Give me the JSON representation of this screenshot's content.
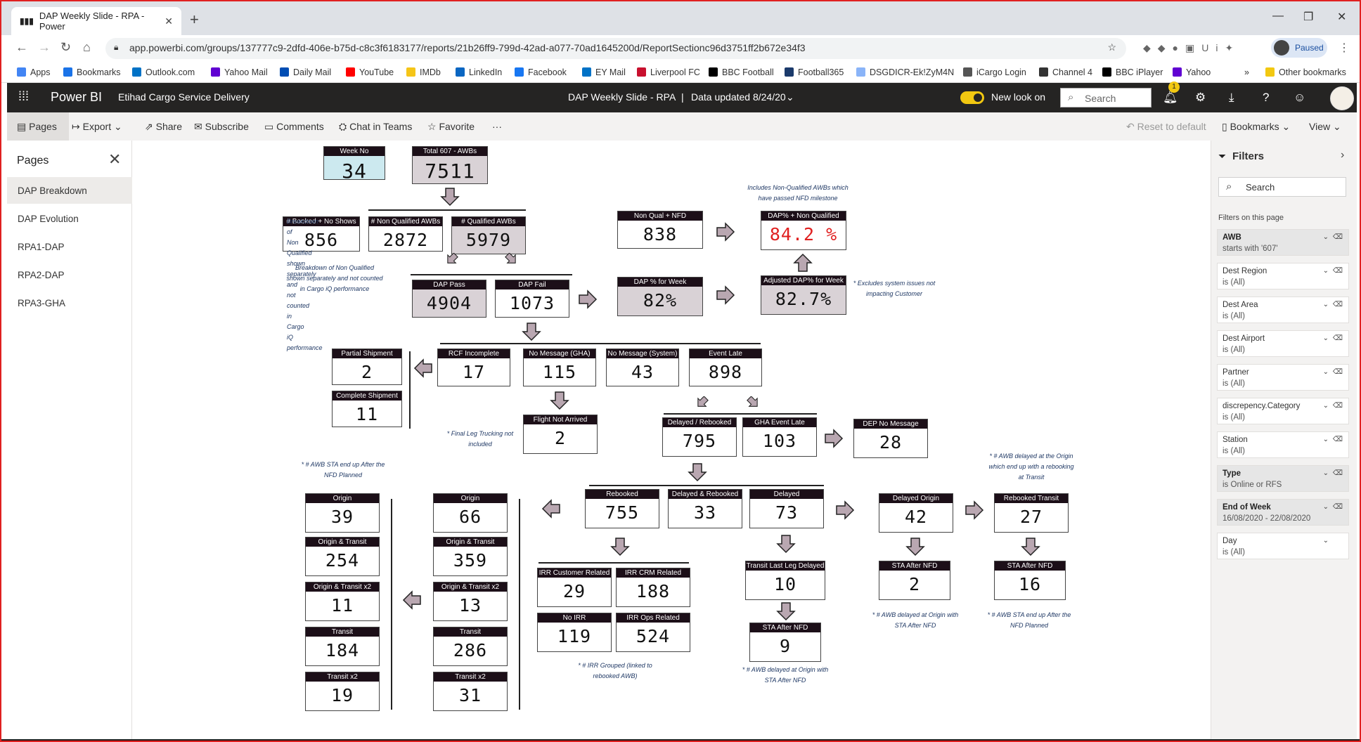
{
  "browser": {
    "tab_title": "DAP Weekly Slide - RPA - Power",
    "url": "app.powerbi.com/groups/137777c9-2dfd-406e-b75d-c8c3f6183177/reports/21b26ff9-799d-42ad-a077-70ad1645200d/ReportSectionc96d3751ff2b672e34f3",
    "profile": "Paused",
    "bookmarks": [
      "Apps",
      "Bookmarks",
      "Outlook.com",
      "Yahoo Mail",
      "Daily Mail",
      "YouTube",
      "IMDb",
      "LinkedIn",
      "Facebook",
      "EY Mail",
      "Liverpool FC",
      "BBC Football",
      "Football365",
      "DSGDICR-Ek!ZyM4N",
      "iCargo Login",
      "Channel 4",
      "BBC iPlayer",
      "Yahoo",
      "Other bookmarks"
    ]
  },
  "pbi_header": {
    "app": "Power BI",
    "workspace": "Etihad Cargo Service Delivery",
    "report": "DAP Weekly Slide - RPA",
    "updated": "Data updated 8/24/20",
    "new_look": "New look on",
    "search": "Search",
    "notif_count": "1"
  },
  "actions": {
    "pages": "Pages",
    "export": "Export",
    "share": "Share",
    "subscribe": "Subscribe",
    "comments": "Comments",
    "chat": "Chat in Teams",
    "favorite": "Favorite",
    "more": "···",
    "reset": "Reset to default",
    "bookmarks": "Bookmarks",
    "view": "View"
  },
  "pages_pane": {
    "title": "Pages",
    "items": [
      "DAP Breakdown",
      "DAP Evolution",
      "RPA1-DAP",
      "RPA2-DAP",
      "RPA3-GHA"
    ]
  },
  "cards": {
    "week_no": {
      "label": "Week No",
      "value": "34"
    },
    "total": {
      "label": "Total 607 - AWBs",
      "value": "7511"
    },
    "booked": {
      "label": "# Booked + No Shows",
      "value": "856"
    },
    "non_qual": {
      "label": "# Non Qualified AWBs",
      "value": "2872"
    },
    "qual": {
      "label": "# Qualified AWBs",
      "value": "5979"
    },
    "dap_pass": {
      "label": "DAP Pass",
      "value": "4904"
    },
    "dap_fail": {
      "label": "DAP Fail",
      "value": "1073"
    },
    "nq_nfd": {
      "label": "Non Qual + NFD",
      "value": "838"
    },
    "dap_nq": {
      "label": "DAP% + Non Qualified",
      "value": "84.2 %"
    },
    "dap_week": {
      "label": "DAP % for Week",
      "value": "82%"
    },
    "adj_dap": {
      "label": "Adjusted DAP% for Week",
      "value": "82.7%"
    },
    "partial": {
      "label": "Partial Shipment",
      "value": "2"
    },
    "complete": {
      "label": "Complete Shipment",
      "value": "11"
    },
    "rcf": {
      "label": "RCF Incomplete",
      "value": "17"
    },
    "no_msg_gha": {
      "label": "No Message (GHA)",
      "value": "115"
    },
    "no_msg_sys": {
      "label": "No Message (System)",
      "value": "43"
    },
    "event_late": {
      "label": "Event Late",
      "value": "898"
    },
    "flight_na": {
      "label": "Flight Not Arrived",
      "value": "2"
    },
    "delayed_reb": {
      "label": "Delayed / Rebooked",
      "value": "795"
    },
    "gha_late": {
      "label": "GHA Event Late",
      "value": "103"
    },
    "dep_no_msg": {
      "label": "DEP No Message",
      "value": "28"
    },
    "rebooked": {
      "label": "Rebooked",
      "value": "755"
    },
    "del_and_reb": {
      "label": "Delayed & Rebooked",
      "value": "33"
    },
    "delayed": {
      "label": "Delayed",
      "value": "73"
    },
    "del_origin": {
      "label": "Delayed Origin",
      "value": "42"
    },
    "reb_transit": {
      "label": "Rebooked Transit",
      "value": "27"
    },
    "irr_cust": {
      "label": "IRR Customer Related",
      "value": "29"
    },
    "irr_crm": {
      "label": "IRR CRM Related",
      "value": "188"
    },
    "no_irr": {
      "label": "No IRR",
      "value": "119"
    },
    "irr_ops": {
      "label": "IRR Ops Related",
      "value": "524"
    },
    "tl_delayed": {
      "label": "Transit Last Leg Delayed",
      "value": "10"
    },
    "sta_nfd_d": {
      "label": "STA After NFD",
      "value": "9"
    },
    "sta_nfd_o": {
      "label": "STA After NFD",
      "value": "2"
    },
    "sta_nfd_t": {
      "label": "STA After NFD",
      "value": "16"
    },
    "l_origin": {
      "label": "Origin",
      "value": "39"
    },
    "l_ot": {
      "label": "Origin & Transit",
      "value": "254"
    },
    "l_otx2": {
      "label": "Origin & Transit x2",
      "value": "11"
    },
    "l_transit": {
      "label": "Transit",
      "value": "184"
    },
    "l_tx2": {
      "label": "Transit x2",
      "value": "19"
    },
    "m_origin": {
      "label": "Origin",
      "value": "66"
    },
    "m_ot": {
      "label": "Origin & Transit",
      "value": "359"
    },
    "m_otx2": {
      "label": "Origin & Transit x2",
      "value": "13"
    },
    "m_transit": {
      "label": "Transit",
      "value": "286"
    },
    "m_tx2": {
      "label": "Transit x2",
      "value": "31"
    }
  },
  "notes": {
    "nq_breakdown": "Breakdown of Non Qualified shown separately and not counted in Cargo iQ performance",
    "includes_nq": "Includes Non-Qualified AWBs which have passed NFD milestone",
    "excludes": "* Excludes system issues not impacting Customer",
    "final_leg": "* Final Leg Trucking not included",
    "awb_sta_left": "* # AWB STA end up After the NFD Planned",
    "awb_delayed_origin_top": "* # AWB delayed at the Origin which end up with a rebooking at Transit",
    "irr_grouped": "* # IRR Grouped (linked to rebooked AWB)",
    "delayed_origin_sta1": "* # AWB delayed at Origin with STA After NFD",
    "delayed_origin_sta2": "* # AWB delayed at Origin with STA After NFD",
    "awb_sta_right": "* # AWB STA end up After the NFD Planned"
  },
  "colors": {
    "accent_red": "#e02020",
    "header_dark": "#252423",
    "label_bg": "#1c0f18",
    "highlight_card": "#d9d2d6",
    "week_card": "#cce9ef",
    "arrow_fill": "#b9a7b1"
  },
  "filters": {
    "title": "Filters",
    "search": "Search",
    "on_page": "Filters on this page",
    "items": [
      {
        "name": "AWB",
        "state": "starts with '607'"
      },
      {
        "name": "Dest Region",
        "state": "is (All)"
      },
      {
        "name": "Dest Area",
        "state": "is (All)"
      },
      {
        "name": "Dest Airport",
        "state": "is (All)"
      },
      {
        "name": "Partner",
        "state": "is (All)"
      },
      {
        "name": "discrepency.Category",
        "state": "is (All)"
      },
      {
        "name": "Station",
        "state": "is (All)"
      },
      {
        "name": "Type",
        "state": "is Online or RFS"
      },
      {
        "name": "End of Week",
        "state": "16/08/2020 - 22/08/2020"
      },
      {
        "name": "Day",
        "state": "is (All)"
      }
    ]
  }
}
